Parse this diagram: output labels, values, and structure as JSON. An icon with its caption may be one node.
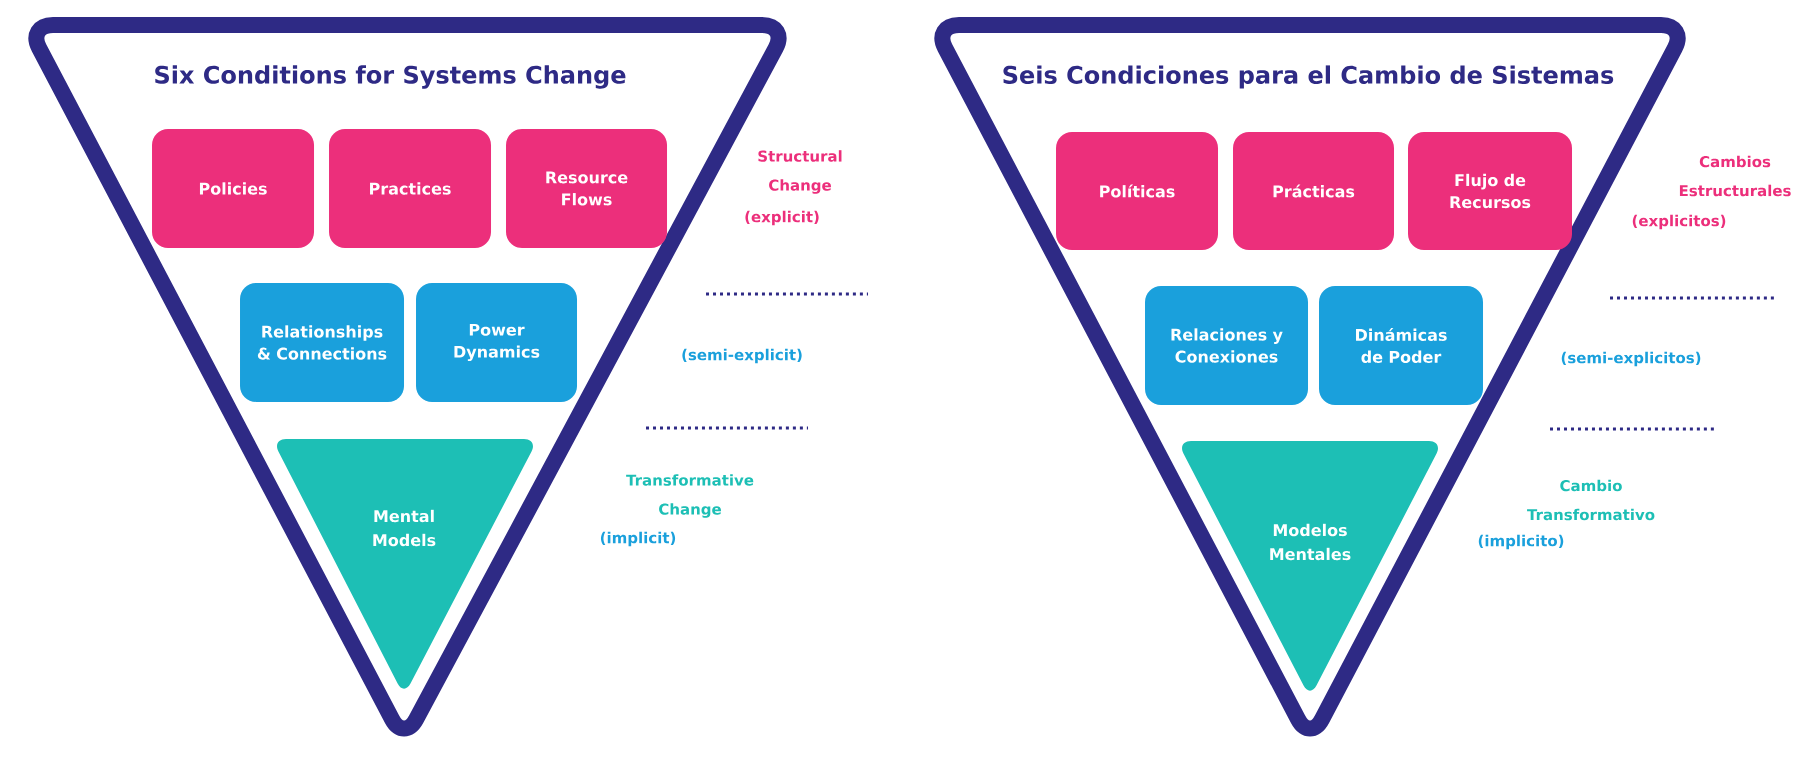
{
  "diagram": {
    "nodes": [
      {
        "text": [
          "Six Conditions for Systems Change"
        ]
      },
      {
        "text": [
          "Policies"
        ],
        "in": 0
      },
      {
        "text": [
          "Practices"
        ],
        "in": 0
      },
      {
        "text": [
          "Resource Flows"
        ],
        "in": 0
      },
      {
        "text": [
          "Relationships & Connections"
        ],
        "in": 0
      },
      {
        "text": [
          "Power Dynamics"
        ],
        "in": 0
      },
      {
        "text": [
          "Mental Models"
        ],
        "in": 0
      },
      {
        "text": [
          "Seis Condiciones para el Cambio de Sistemas"
        ]
      },
      {
        "text": [
          "Políticas"
        ],
        "in": 7
      },
      {
        "text": [
          "Prácticas"
        ],
        "in": 7
      },
      {
        "text": [
          "Flujo de Recursos"
        ],
        "in": 7
      },
      {
        "text": [
          "Relaciones y Conexiones"
        ],
        "in": 7
      },
      {
        "text": [
          "Dinámicas de Poder"
        ],
        "in": 7
      },
      {
        "text": [
          "Modelos Mentales"
        ],
        "in": 7
      }
    ],
    "labels": [
      "Structural Change",
      "(explicit)",
      "(semi-explicit)",
      "Transformative Change",
      "(implicit)",
      "Cambios Estructurales",
      "(explicitos)",
      "(semi-explicitos)",
      "Cambio Transformativo",
      "(implicito)"
    ]
  }
}
